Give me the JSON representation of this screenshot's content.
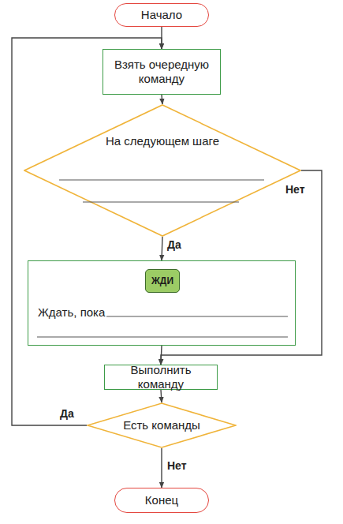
{
  "diagram": {
    "nodes": [
      {
        "text": [
          "Начало"
        ]
      },
      {
        "text": [
          "Взять очередную команду"
        ]
      },
      {
        "text": [
          "На следующем шаге"
        ]
      },
      {
        "text": [
          "Ждать, пока"
        ]
      },
      {
        "text": [
          "ЖДИ"
        ],
        "in": 3
      },
      {
        "text": [
          "Выполнить команду"
        ]
      },
      {
        "text": [
          "Есть команды"
        ]
      },
      {
        "text": [
          "Конец"
        ]
      }
    ],
    "edges": [
      {
        "from": 0,
        "to": 1,
        "arrow": "to"
      },
      {
        "from": 1,
        "to": 2,
        "arrow": "to"
      },
      {
        "from": 2,
        "to": 3,
        "label": "Да",
        "arrow": "to"
      },
      {
        "from": 2,
        "to": 5,
        "label": "Нет",
        "arrow": "to"
      },
      {
        "from": 3,
        "to": 5,
        "arrow": "to"
      },
      {
        "from": 5,
        "to": 6,
        "arrow": "to"
      },
      {
        "from": 6,
        "to": 1,
        "label": "Да",
        "arrow": "to"
      },
      {
        "from": 6,
        "to": 7,
        "label": "Нет",
        "arrow": "to"
      }
    ]
  }
}
